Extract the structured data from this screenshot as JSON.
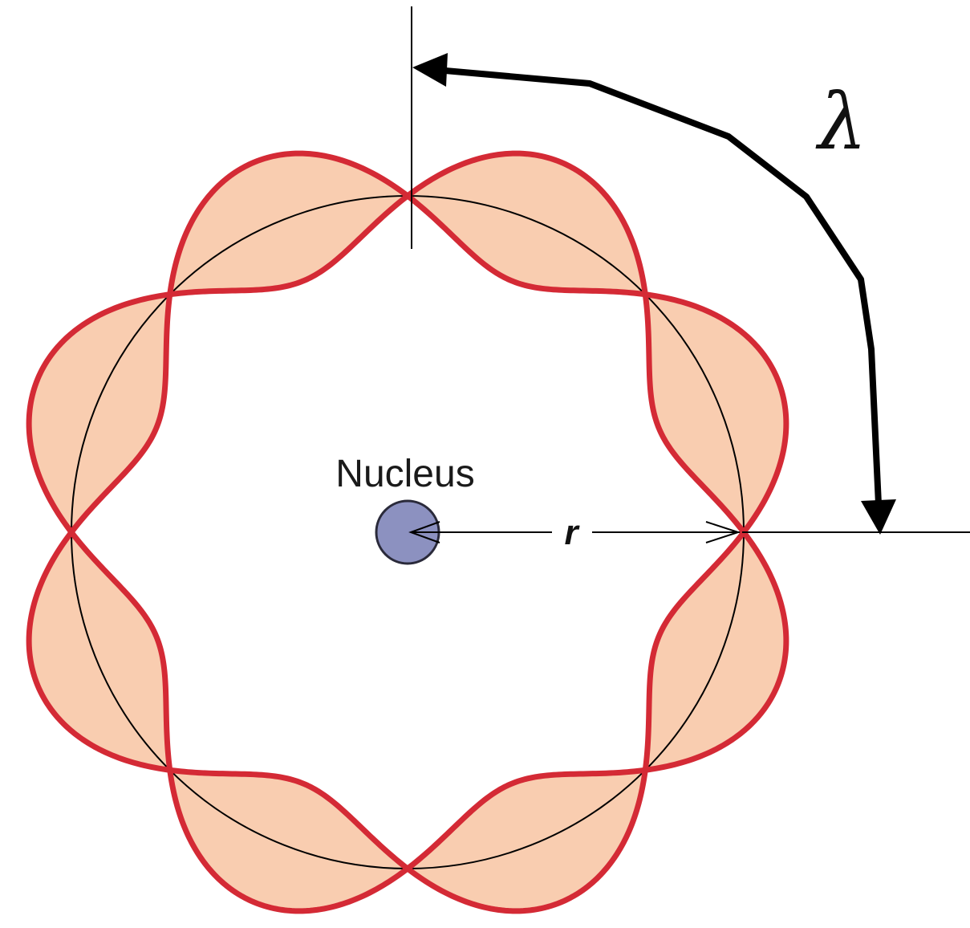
{
  "labels": {
    "nucleus": "Nucleus",
    "radius": "r",
    "wavelength": "λ"
  },
  "wave": {
    "nodes": 8,
    "lobe_fill": "#f9cdb0",
    "stroke": "#d42a35"
  },
  "colors": {
    "nucleus_fill": "#8c91c0",
    "nucleus_stroke": "#2a2a3a",
    "line": "#000000"
  },
  "icons": {
    "wavelength_arrow": "curved-arrow-icon",
    "radius_arrow": "double-arrow-icon"
  }
}
